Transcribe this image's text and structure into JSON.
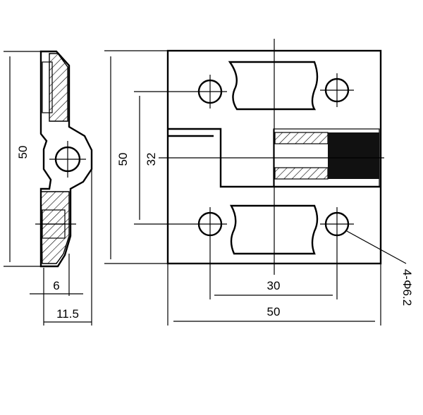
{
  "drawing": {
    "dimensions": {
      "side_height": "50",
      "front_height": "50",
      "hole_spacing_vertical": "32",
      "side_thickness_small": "6",
      "side_thickness_total": "11.5",
      "hole_spacing_horizontal": "30",
      "front_width": "50",
      "hole_callout": "4-Φ6.2"
    }
  }
}
